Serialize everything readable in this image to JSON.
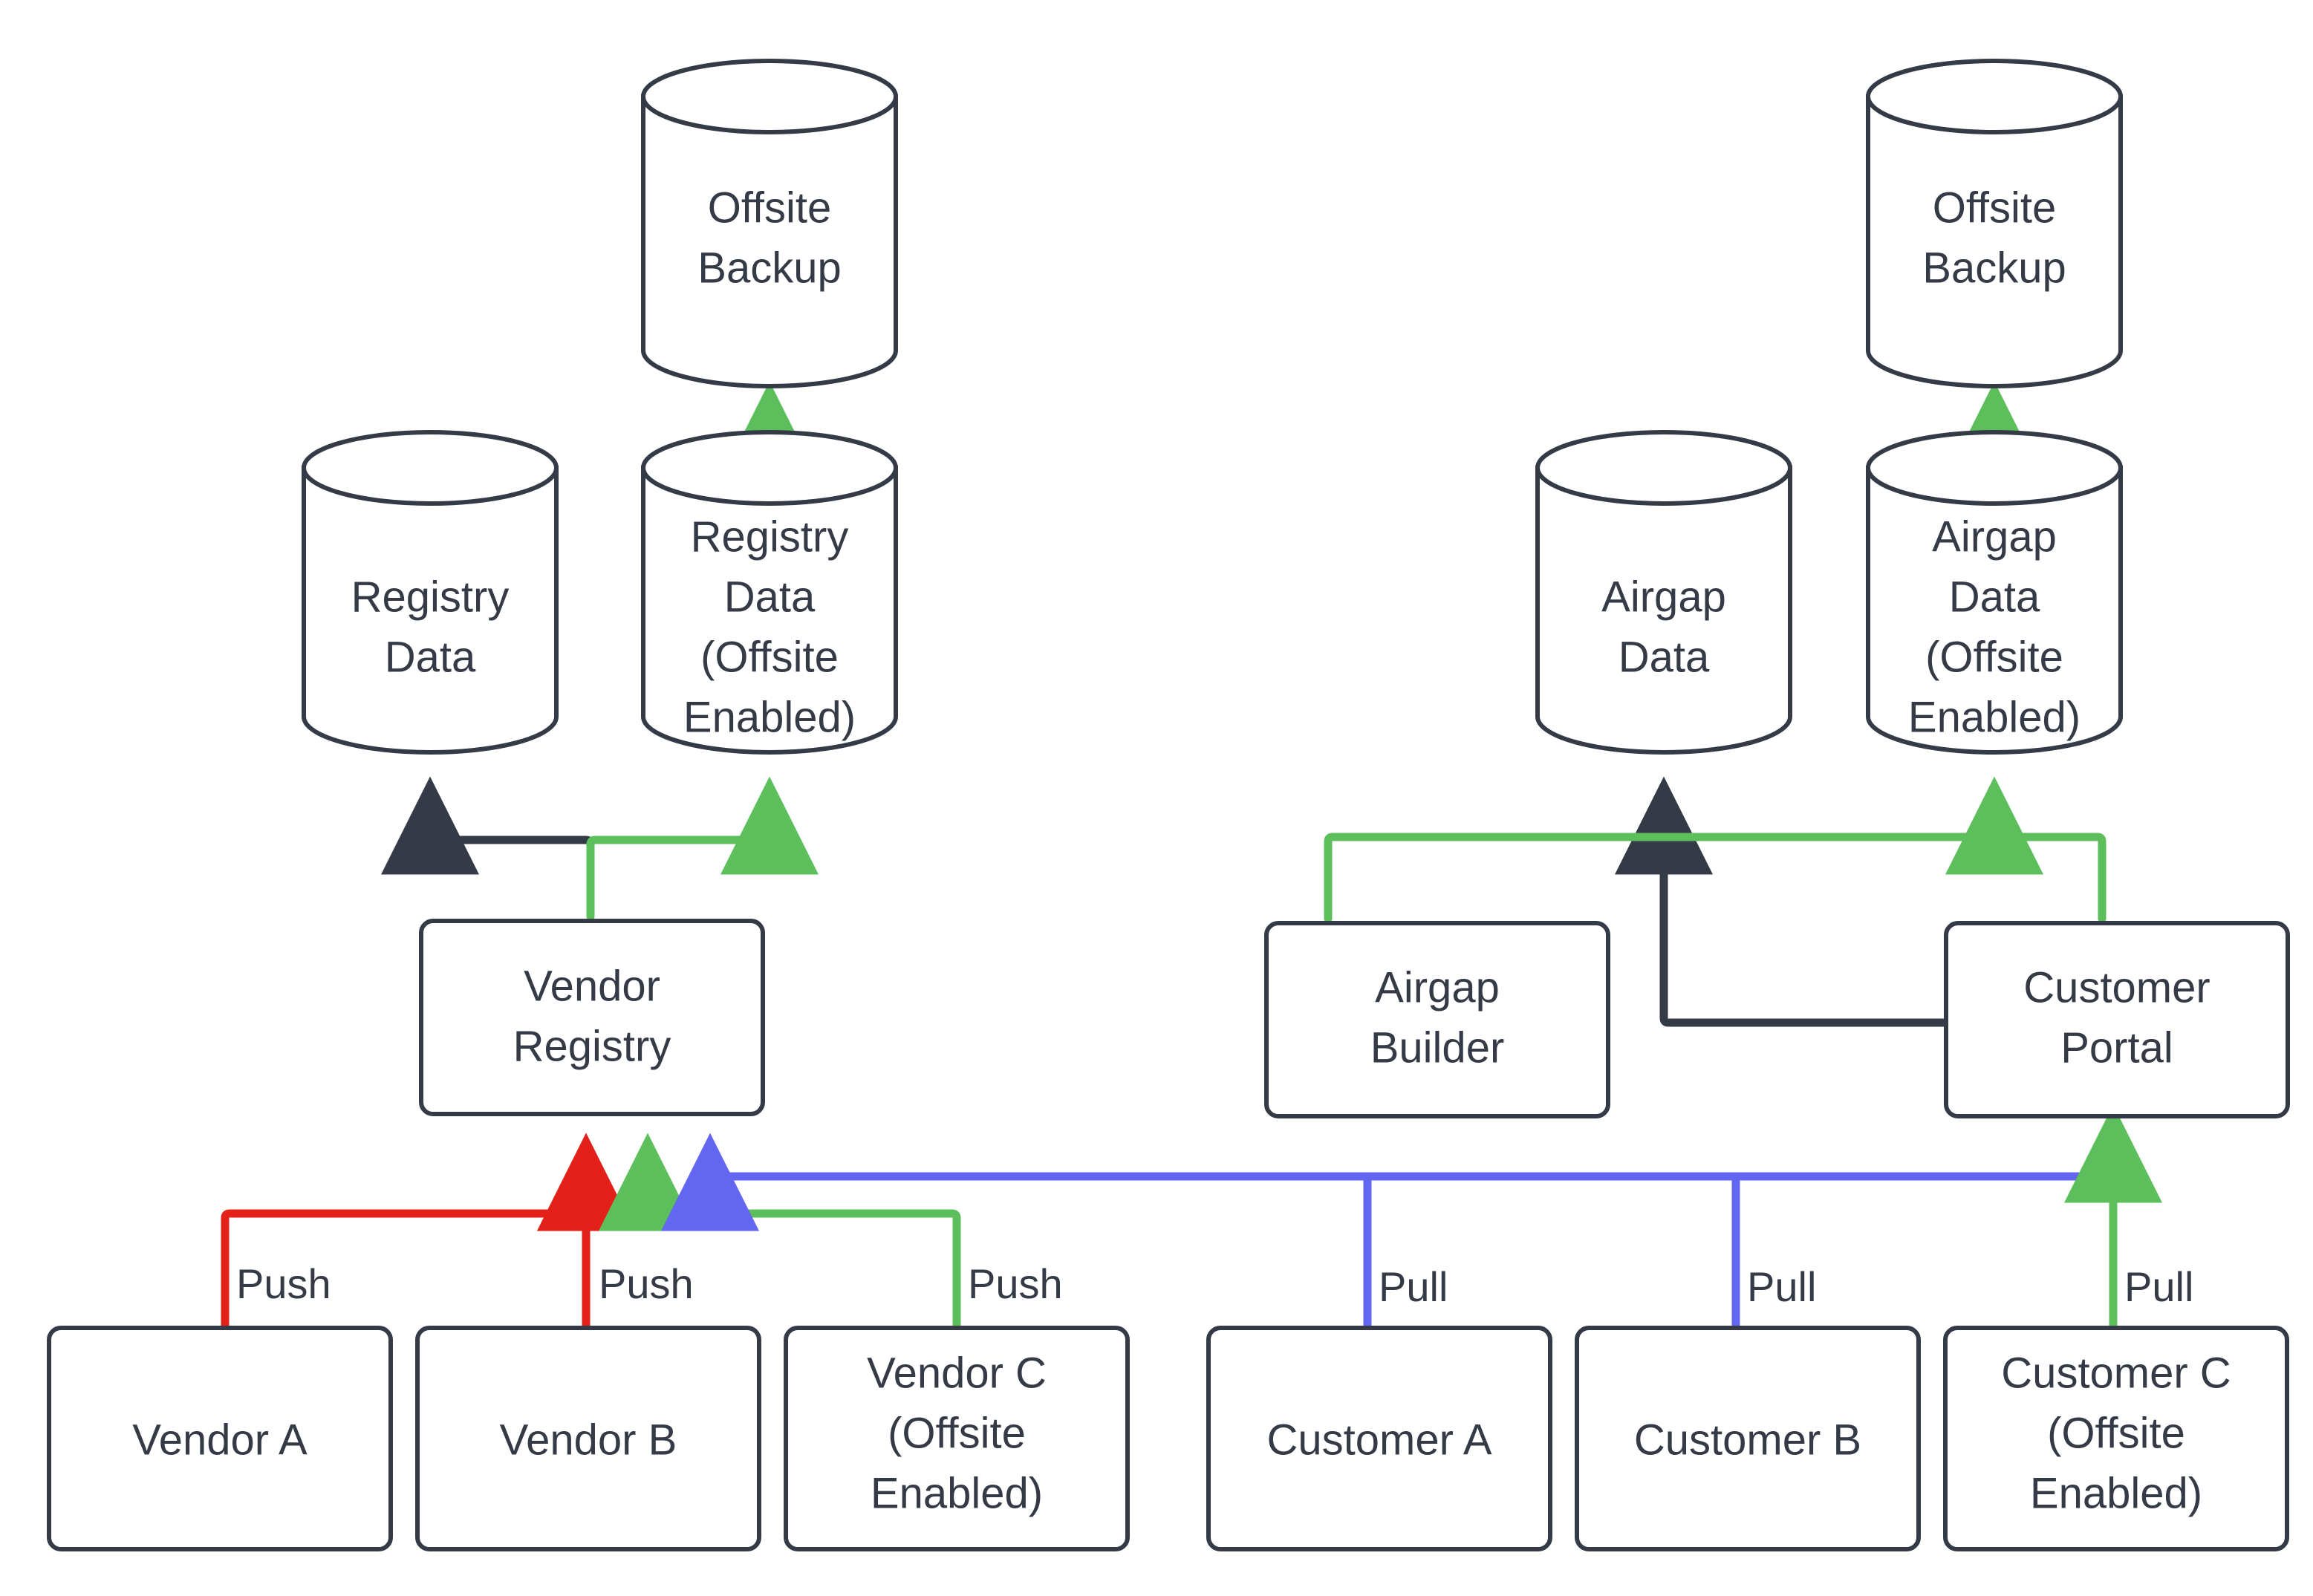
{
  "diagram": {
    "type": "flowchart",
    "title": "",
    "background": "#ffffff",
    "colors": {
      "stroke": "#343b47",
      "node_fill": "#ffffff",
      "text": "#343b47",
      "flow_default": "#343b47",
      "flow_offsite": "#5cbf5c",
      "flow_push": "#e3201a",
      "flow_pull": "#6366f1"
    },
    "nodes": [
      {
        "id": "offsite_backup_left",
        "shape": "cylinder",
        "label": "Offsite\nBackup",
        "lines": [
          "Offsite",
          "Backup"
        ]
      },
      {
        "id": "registry_data",
        "shape": "cylinder",
        "label": "Registry\nData",
        "lines": [
          "Registry",
          "Data"
        ]
      },
      {
        "id": "registry_data_offsite",
        "shape": "cylinder",
        "label": "Registry\nData\n(Offsite\nEnabled)",
        "lines": [
          "Registry",
          "Data",
          "(Offsite",
          "Enabled)"
        ]
      },
      {
        "id": "vendor_registry",
        "shape": "box",
        "label": "Vendor\nRegistry",
        "lines": [
          "Vendor",
          "Registry"
        ]
      },
      {
        "id": "vendor_a",
        "shape": "box",
        "label": "Vendor A",
        "lines": [
          "Vendor A"
        ]
      },
      {
        "id": "vendor_b",
        "shape": "box",
        "label": "Vendor B",
        "lines": [
          "Vendor B"
        ]
      },
      {
        "id": "vendor_c",
        "shape": "box",
        "label": "Vendor C\n(Offsite\nEnabled)",
        "lines": [
          "Vendor C",
          "(Offsite",
          "Enabled)"
        ]
      },
      {
        "id": "offsite_backup_right",
        "shape": "cylinder",
        "label": "Offsite\nBackup",
        "lines": [
          "Offsite",
          "Backup"
        ]
      },
      {
        "id": "airgap_data",
        "shape": "cylinder",
        "label": "Airgap\nData",
        "lines": [
          "Airgap",
          "Data"
        ]
      },
      {
        "id": "airgap_data_offsite",
        "shape": "cylinder",
        "label": "Airgap\nData\n(Offsite\nEnabled)",
        "lines": [
          "Airgap",
          "Data",
          "(Offsite",
          "Enabled)"
        ]
      },
      {
        "id": "airgap_builder",
        "shape": "box",
        "label": "Airgap\nBuilder",
        "lines": [
          "Airgap",
          "Builder"
        ]
      },
      {
        "id": "customer_portal",
        "shape": "box",
        "label": "Customer\nPortal",
        "lines": [
          "Customer",
          "Portal"
        ]
      },
      {
        "id": "customer_a",
        "shape": "box",
        "label": "Customer A",
        "lines": [
          "Customer A"
        ]
      },
      {
        "id": "customer_b",
        "shape": "box",
        "label": "Customer B",
        "lines": [
          "Customer B"
        ]
      },
      {
        "id": "customer_c",
        "shape": "box",
        "label": "Customer C\n(Offsite\nEnabled)",
        "lines": [
          "Customer C",
          "(Offsite",
          "Enabled)"
        ]
      }
    ],
    "edges": [
      {
        "id": "e1",
        "from": "vendor_a",
        "to": "vendor_registry",
        "label": "Push",
        "color": "#e3201a"
      },
      {
        "id": "e2",
        "from": "vendor_b",
        "to": "vendor_registry",
        "label": "Push",
        "color": "#e3201a"
      },
      {
        "id": "e3",
        "from": "vendor_c",
        "to": "vendor_registry",
        "label": "Push",
        "color": "#5cbf5c"
      },
      {
        "id": "e4",
        "from": "vendor_registry",
        "to": "registry_data",
        "label": "",
        "color": "#343b47"
      },
      {
        "id": "e5",
        "from": "vendor_registry",
        "to": "registry_data_offsite",
        "label": "",
        "color": "#5cbf5c"
      },
      {
        "id": "e6",
        "from": "registry_data_offsite",
        "to": "offsite_backup_left",
        "label": "",
        "color": "#5cbf5c"
      },
      {
        "id": "e7",
        "from": "customer_a",
        "to": "customer_portal",
        "label": "Pull",
        "color": "#6366f1"
      },
      {
        "id": "e8",
        "from": "customer_b",
        "to": "customer_portal",
        "label": "Pull",
        "color": "#6366f1"
      },
      {
        "id": "e9",
        "from": "customer_c",
        "to": "customer_portal",
        "label": "Pull",
        "color": "#5cbf5c"
      },
      {
        "id": "e10",
        "from": "customer_portal",
        "to": "vendor_registry",
        "label": "",
        "color": "#6366f1"
      },
      {
        "id": "e11",
        "from": "airgap_builder",
        "to": "airgap_data_offsite",
        "label": "",
        "color": "#5cbf5c"
      },
      {
        "id": "e12",
        "from": "customer_portal",
        "to": "airgap_data",
        "label": "",
        "color": "#343b47"
      },
      {
        "id": "e13",
        "from": "customer_portal",
        "to": "airgap_data_offsite",
        "label": "",
        "color": "#5cbf5c"
      },
      {
        "id": "e14",
        "from": "airgap_data_offsite",
        "to": "offsite_backup_right",
        "label": "",
        "color": "#5cbf5c"
      }
    ],
    "edge_labels": [
      {
        "id": "lbl_push_a",
        "text": "Push"
      },
      {
        "id": "lbl_push_b",
        "text": "Push"
      },
      {
        "id": "lbl_push_c",
        "text": "Push"
      },
      {
        "id": "lbl_pull_a",
        "text": "Pull"
      },
      {
        "id": "lbl_pull_b",
        "text": "Pull"
      },
      {
        "id": "lbl_pull_c",
        "text": "Pull"
      }
    ]
  }
}
